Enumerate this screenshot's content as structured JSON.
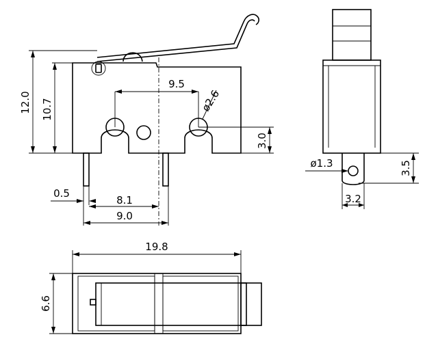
{
  "dimensions": {
    "front_height_total": "12.0",
    "front_height_body": "10.7",
    "pin_spacing": "9.5",
    "hole_diameter": "ø2.6",
    "pin_height": "3.0",
    "pin_thickness": "0.5",
    "pin_offset": "8.1",
    "pin_span": "9.0",
    "side_hole_diameter": "ø1.3",
    "side_tab_height": "3.5",
    "side_tab_width": "3.2",
    "bottom_length": "19.8",
    "bottom_width": "6.6"
  }
}
